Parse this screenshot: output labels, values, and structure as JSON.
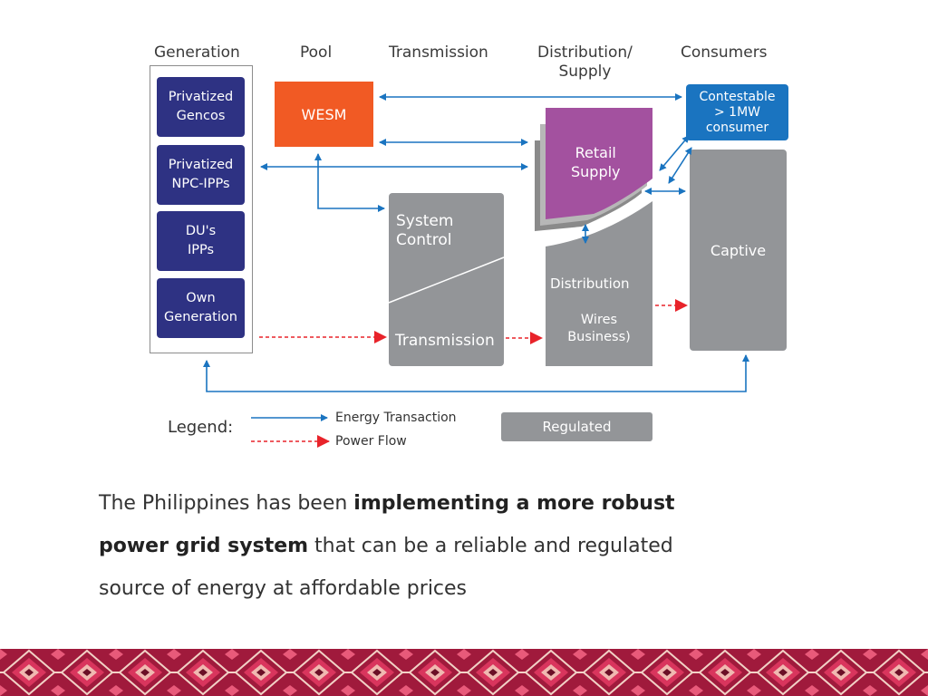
{
  "headers": {
    "generation": "Generation",
    "pool": "Pool",
    "transmission": "Transmission",
    "distribution_line1": "Distribution/",
    "distribution_line2": "Supply",
    "consumers": "Consumers"
  },
  "generation": [
    {
      "line1": "Privatized",
      "line2": "Gencos"
    },
    {
      "line1": "Privatized",
      "line2": "NPC-IPPs"
    },
    {
      "line1": "DU's",
      "line2": "IPPs"
    },
    {
      "line1": "Own",
      "line2": "Generation"
    }
  ],
  "pool": {
    "label": "WESM"
  },
  "transmission": {
    "system_control_line1": "System",
    "system_control_line2": "Control",
    "transmission_label": "Transmission"
  },
  "distribution": {
    "retail_line1": "Retail",
    "retail_line2": "Supply",
    "distribution_label": "Distribution",
    "wires_line1": "Wires",
    "wires_line2": "Business)"
  },
  "consumers": {
    "contestable_line1": "Contestable",
    "contestable_line2": "> 1MW",
    "contestable_line3": "consumer",
    "captive": "Captive"
  },
  "legend": {
    "title": "Legend:",
    "energy_transaction": "Energy Transaction",
    "power_flow": "Power Flow",
    "regulated": "Regulated"
  },
  "caption": {
    "part1": "The Philippines has been ",
    "bold1": "implementing a more robust",
    "bold2": "power grid system",
    "part2": " that can be a reliable and regulated",
    "line3": "source of energy at affordable prices"
  },
  "colors": {
    "navy": "#2e3283",
    "orange": "#f15a24",
    "blue_arrow": "#1a74c0",
    "red_arrow": "#e8232a",
    "gray": "#939598",
    "magenta": "#a3519f"
  }
}
